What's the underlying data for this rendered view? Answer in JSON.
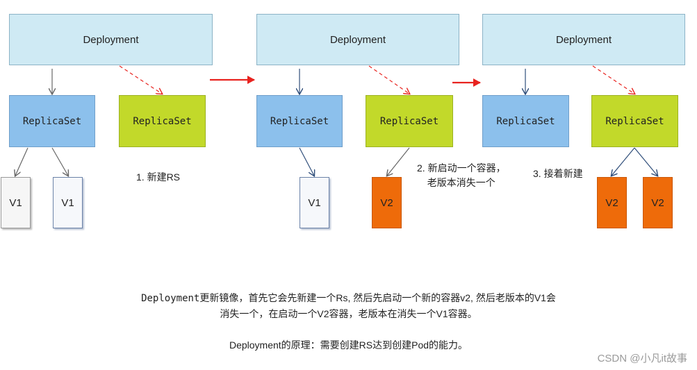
{
  "stage1": {
    "deployment": "Deployment",
    "rs_old": "ReplicaSet",
    "rs_new": "ReplicaSet",
    "pod_a": "V1",
    "pod_b": "V1",
    "note": "1. 新建RS"
  },
  "stage2": {
    "deployment": "Deployment",
    "rs_old": "ReplicaSet",
    "rs_new": "ReplicaSet",
    "pod_old": "V1",
    "pod_new": "V2",
    "note_line1": "2. 新启动一个容器，",
    "note_line2": "老版本消失一个"
  },
  "stage3": {
    "deployment": "Deployment",
    "rs_old": "ReplicaSet",
    "rs_new": "ReplicaSet",
    "pod_a": "V2",
    "pod_b": "V2",
    "note": "3. 接着新建"
  },
  "caption": {
    "line1_prefix": "Deployment",
    "line1_rest": "更新镜像，首先它会先新建一个Rs, 然后先启动一个新的容器v2, 然后老版本的V1会",
    "line2": "消失一个，在启动一个V2容器，老版本在消失一个V1容器。",
    "line3": "Deployment的原理：需要创建RS达到创建Pod的能力。"
  },
  "watermark": "CSDN @小凡it故事",
  "colors": {
    "deployment_fill": "#cfeaf4",
    "rs_old_fill": "#8cc0ec",
    "rs_new_fill": "#c2d92a",
    "pod_v2_fill": "#ee6b0a",
    "stage_arrow": "#e8231f"
  }
}
